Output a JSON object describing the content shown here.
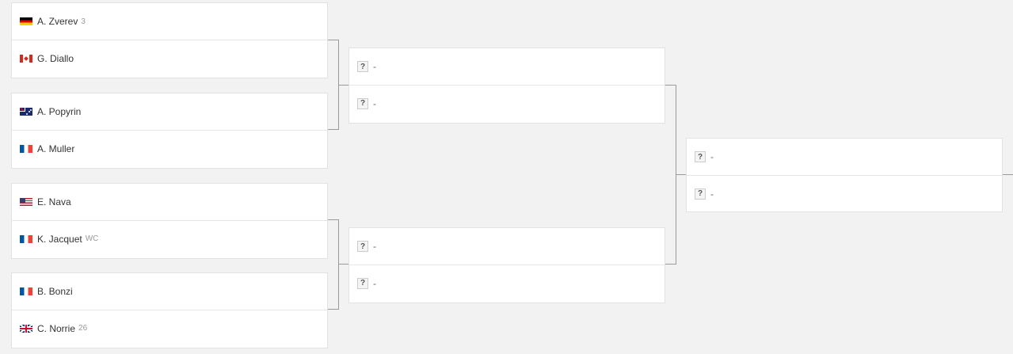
{
  "round1": [
    {
      "players": [
        {
          "flag": "germany-flag",
          "name": "A. Zverev",
          "seed": "3"
        },
        {
          "flag": "canada-flag",
          "name": "G. Diallo",
          "seed": ""
        }
      ]
    },
    {
      "players": [
        {
          "flag": "australia-flag",
          "name": "A. Popyrin",
          "seed": ""
        },
        {
          "flag": "france-flag",
          "name": "A. Muller",
          "seed": ""
        }
      ]
    },
    {
      "players": [
        {
          "flag": "usa-flag",
          "name": "E. Nava",
          "seed": ""
        },
        {
          "flag": "france-flag",
          "name": "K. Jacquet",
          "seed": "WC"
        }
      ]
    },
    {
      "players": [
        {
          "flag": "france-flag",
          "name": "B. Bonzi",
          "seed": ""
        },
        {
          "flag": "uk-flag",
          "name": "C. Norrie",
          "seed": "26"
        }
      ]
    }
  ],
  "placeholder": {
    "icon": "?",
    "name": "-"
  },
  "colors": {
    "background": "#f2f2f2",
    "card": "#ffffff",
    "connector": "#9a9a9a",
    "seed": "#999999"
  }
}
